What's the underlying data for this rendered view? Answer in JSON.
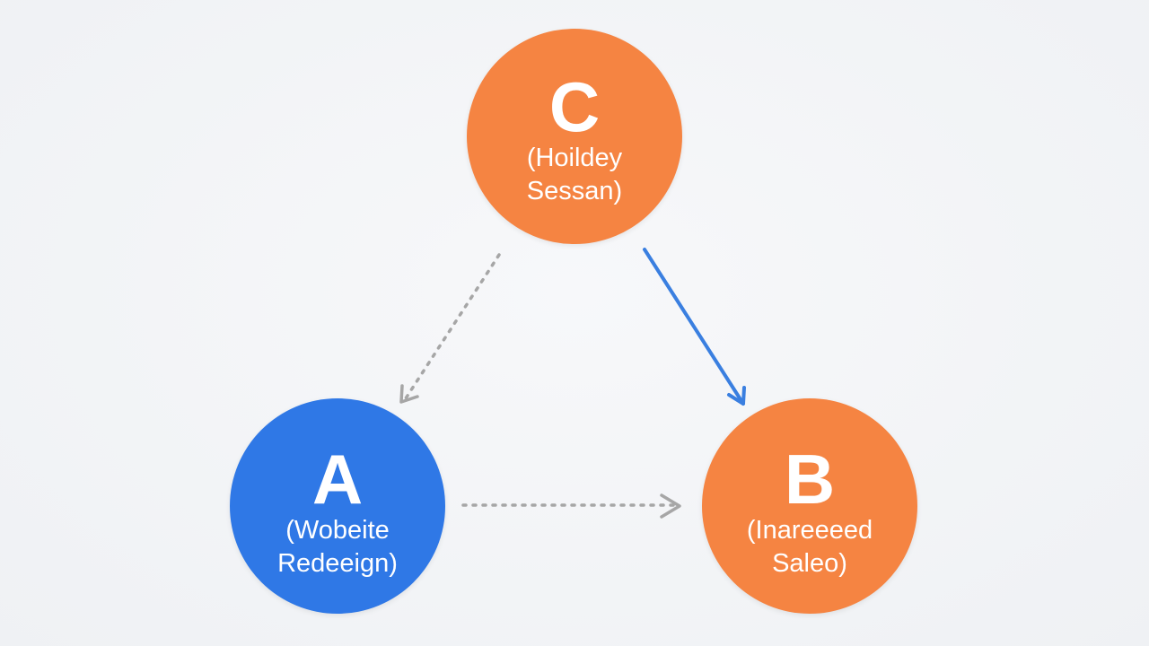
{
  "colors": {
    "background": "#f2f4f6",
    "orange_node": "#f58442",
    "blue_node": "#2f78e6",
    "blue_arrow": "#3a7fe0",
    "gray_arrow": "#a6a6a6"
  },
  "nodes": {
    "c": {
      "letter": "C",
      "caption_line1": "(Hoildey",
      "caption_line2": "Sessan)"
    },
    "a": {
      "letter": "A",
      "caption_line1": "(Wobeite",
      "caption_line2": "Redeeign)"
    },
    "b": {
      "letter": "B",
      "caption_line1": "(Inareeeed",
      "caption_line2": "Saleo)"
    }
  },
  "edges": [
    {
      "from": "C",
      "to": "A",
      "style": "dotted",
      "color": "gray"
    },
    {
      "from": "C",
      "to": "B",
      "style": "solid",
      "color": "blue"
    },
    {
      "from": "A",
      "to": "B",
      "style": "dotted",
      "color": "gray"
    }
  ]
}
